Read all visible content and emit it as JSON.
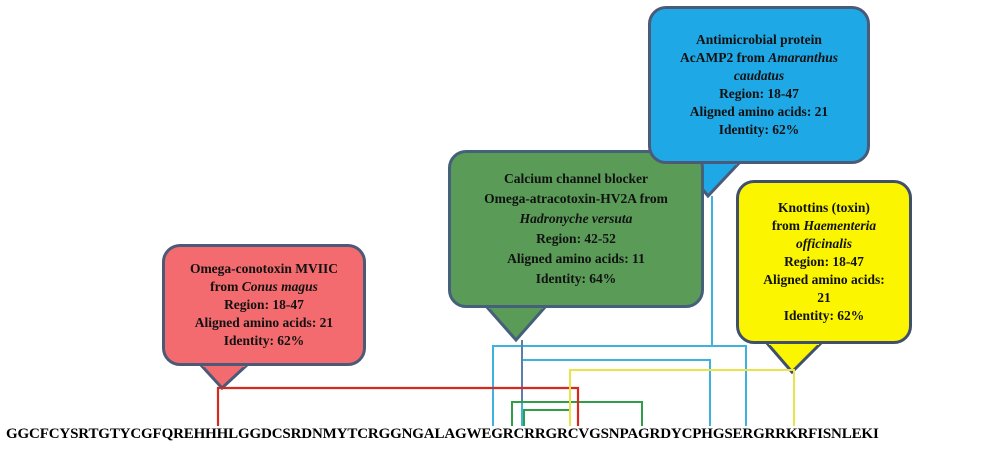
{
  "sequence": "GGCFCYSRTGTYCGFQREHHHLGGDCSRDNMYTCRGGNGALAGWEGRCRRGRCVGSNPAGRDYCPHGSERGRRKRFISNLEKI",
  "callouts": {
    "red": {
      "lines": [
        "Omega-conotoxin MVIIC",
        "from",
        "Conus magus",
        "Region: 18-47",
        "Aligned amino acids: 21",
        "Identity: 62%"
      ],
      "color": "#f36b6e"
    },
    "green": {
      "lines": [
        "Calcium channel blocker",
        "Omega-atracotoxin-HV2A from",
        "Hadronyche versuta",
        "Region: 42-52",
        "Aligned amino acids: 11",
        "Identity: 64%"
      ],
      "color": "#5a9b58"
    },
    "blue": {
      "lines": [
        "Antimicrobial protein",
        "AcAMP2 from",
        "Amaranthus",
        "caudatus",
        "Region: 18-47",
        "Aligned amino acids: 21",
        "Identity: 62%"
      ],
      "color": "#1ea8e6"
    },
    "yellow": {
      "lines": [
        "Knottins (toxin)",
        "from",
        "Haementeria",
        "officinalis",
        "Region: 18-47",
        "Aligned amino acids:",
        "21",
        "Identity: 62%"
      ],
      "color": "#fbf500"
    }
  },
  "connector_colors": {
    "red": "#d42a1f",
    "green": "#2f9e47",
    "blue": "#3eb2de",
    "yellow": "#e8e44a"
  }
}
